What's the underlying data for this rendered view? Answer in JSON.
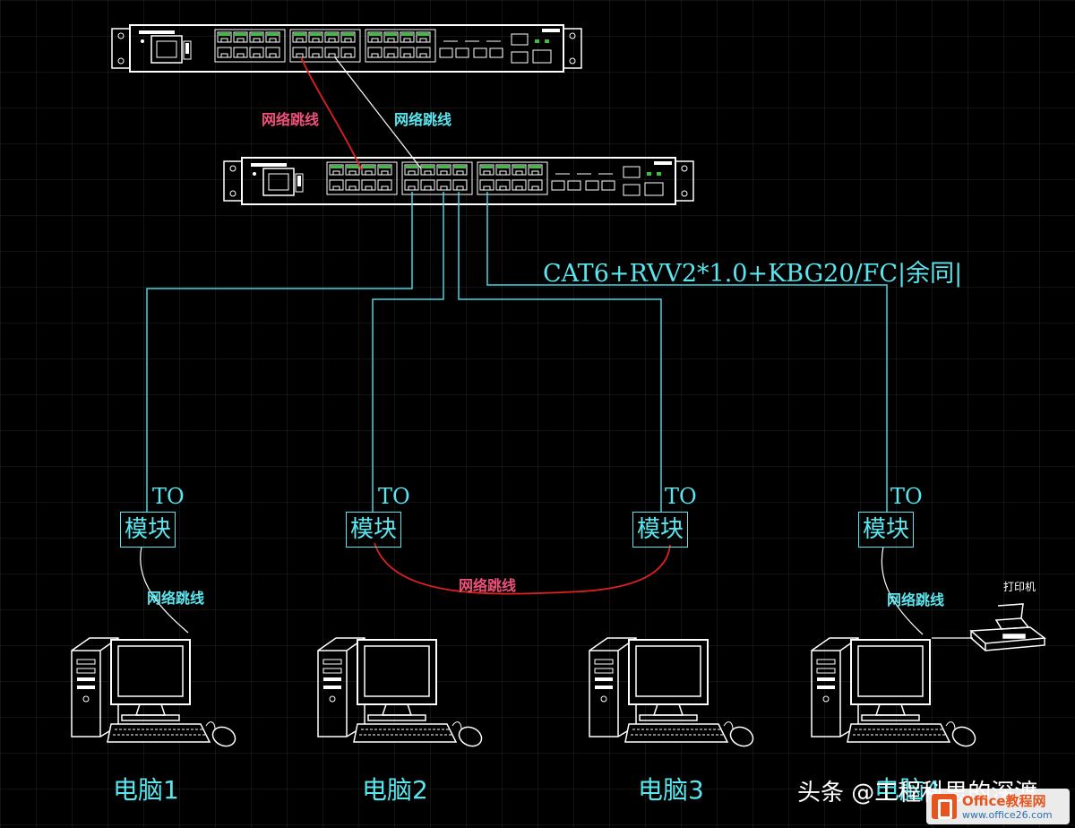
{
  "colors": {
    "background": "#000000",
    "grid": "#2a2a2a",
    "cable": "#49d6e0",
    "patch_red": "#e02020",
    "device": "#ffffff",
    "label_cyan": "#59e6ef",
    "label_pink": "#f0507a"
  },
  "cable_spec": "CAT6+RVV2*1.0+KBG20/FC|余同|",
  "patch_label": "网络跳线",
  "outlet": {
    "to_label": "TO",
    "module_label": "模块"
  },
  "computers": [
    {
      "name": "电脑1"
    },
    {
      "name": "电脑2"
    },
    {
      "name": "电脑3"
    },
    {
      "name": "电脑4"
    }
  ],
  "printer_label": "打印机",
  "watermark": {
    "text": "头条 @工程科思的深渡",
    "badge_site": "Office教程网",
    "badge_url": "www.office26.com"
  }
}
